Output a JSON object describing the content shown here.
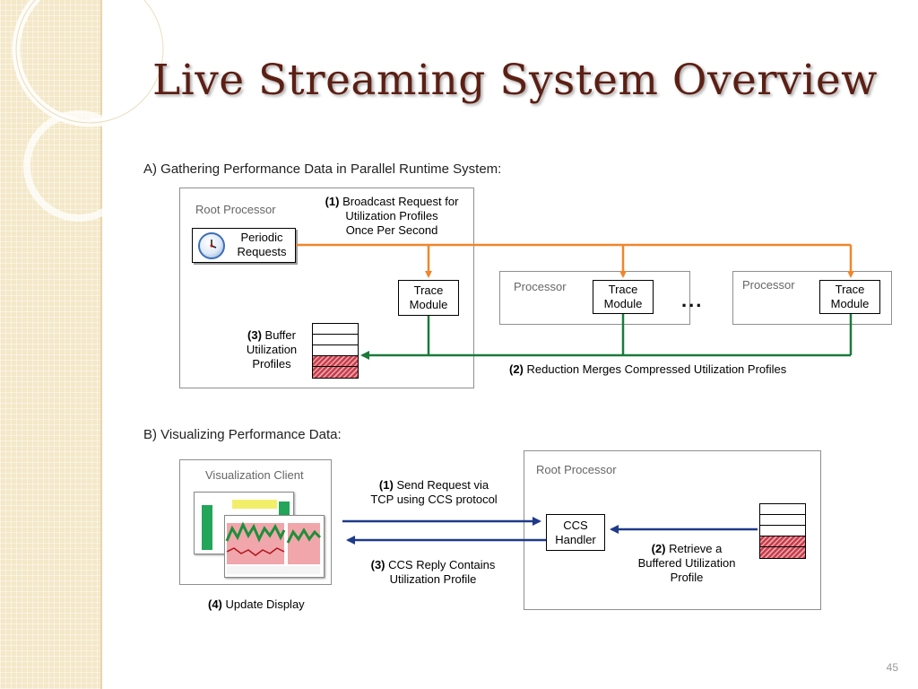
{
  "slide": {
    "title": "Live Streaming System Overview",
    "page_number": "45"
  },
  "section_a": {
    "label": "A) Gathering Performance Data in Parallel Runtime System:",
    "root_processor_label": "Root Processor",
    "periodic_requests": [
      "Periodic",
      "Requests"
    ],
    "step1_bold": "(1)",
    "step1_text": [
      "Broadcast Request for",
      "Utilization Profiles",
      "Once Per Second"
    ],
    "trace_module": [
      "Trace",
      "Module"
    ],
    "processor_label": "Processor",
    "ellipsis": "...",
    "step3_bold": "(3)",
    "step3_text": [
      "Buffer",
      "Utilization",
      "Profiles"
    ],
    "step2_bold": "(2)",
    "step2_text": "Reduction Merges Compressed Utilization Profiles"
  },
  "section_b": {
    "label": "B) Visualizing Performance Data:",
    "client_label": "Visualization Client",
    "root_processor_label": "Root Processor",
    "step1_bold": "(1)",
    "step1_text": [
      "Send Request via",
      "TCP using CCS protocol"
    ],
    "step3_bold": "(3)",
    "step3_text": [
      "CCS Reply Contains",
      "Utilization Profile"
    ],
    "ccs_handler": [
      "CCS",
      "Handler"
    ],
    "step2_bold": "(2)",
    "step2_text": [
      "Retrieve a",
      "Buffered Utilization",
      "Profile"
    ],
    "step4_bold": "(4)",
    "step4_text": "Update Display"
  },
  "colors": {
    "title": "#5c1f14",
    "broadcast_arrow": "#f0862c",
    "reduction_arrow": "#1b7a3a",
    "ccs_arrow": "#1f3a8a",
    "buffer_fill": "#c93d4b"
  },
  "icons": [
    "clock-icon"
  ]
}
